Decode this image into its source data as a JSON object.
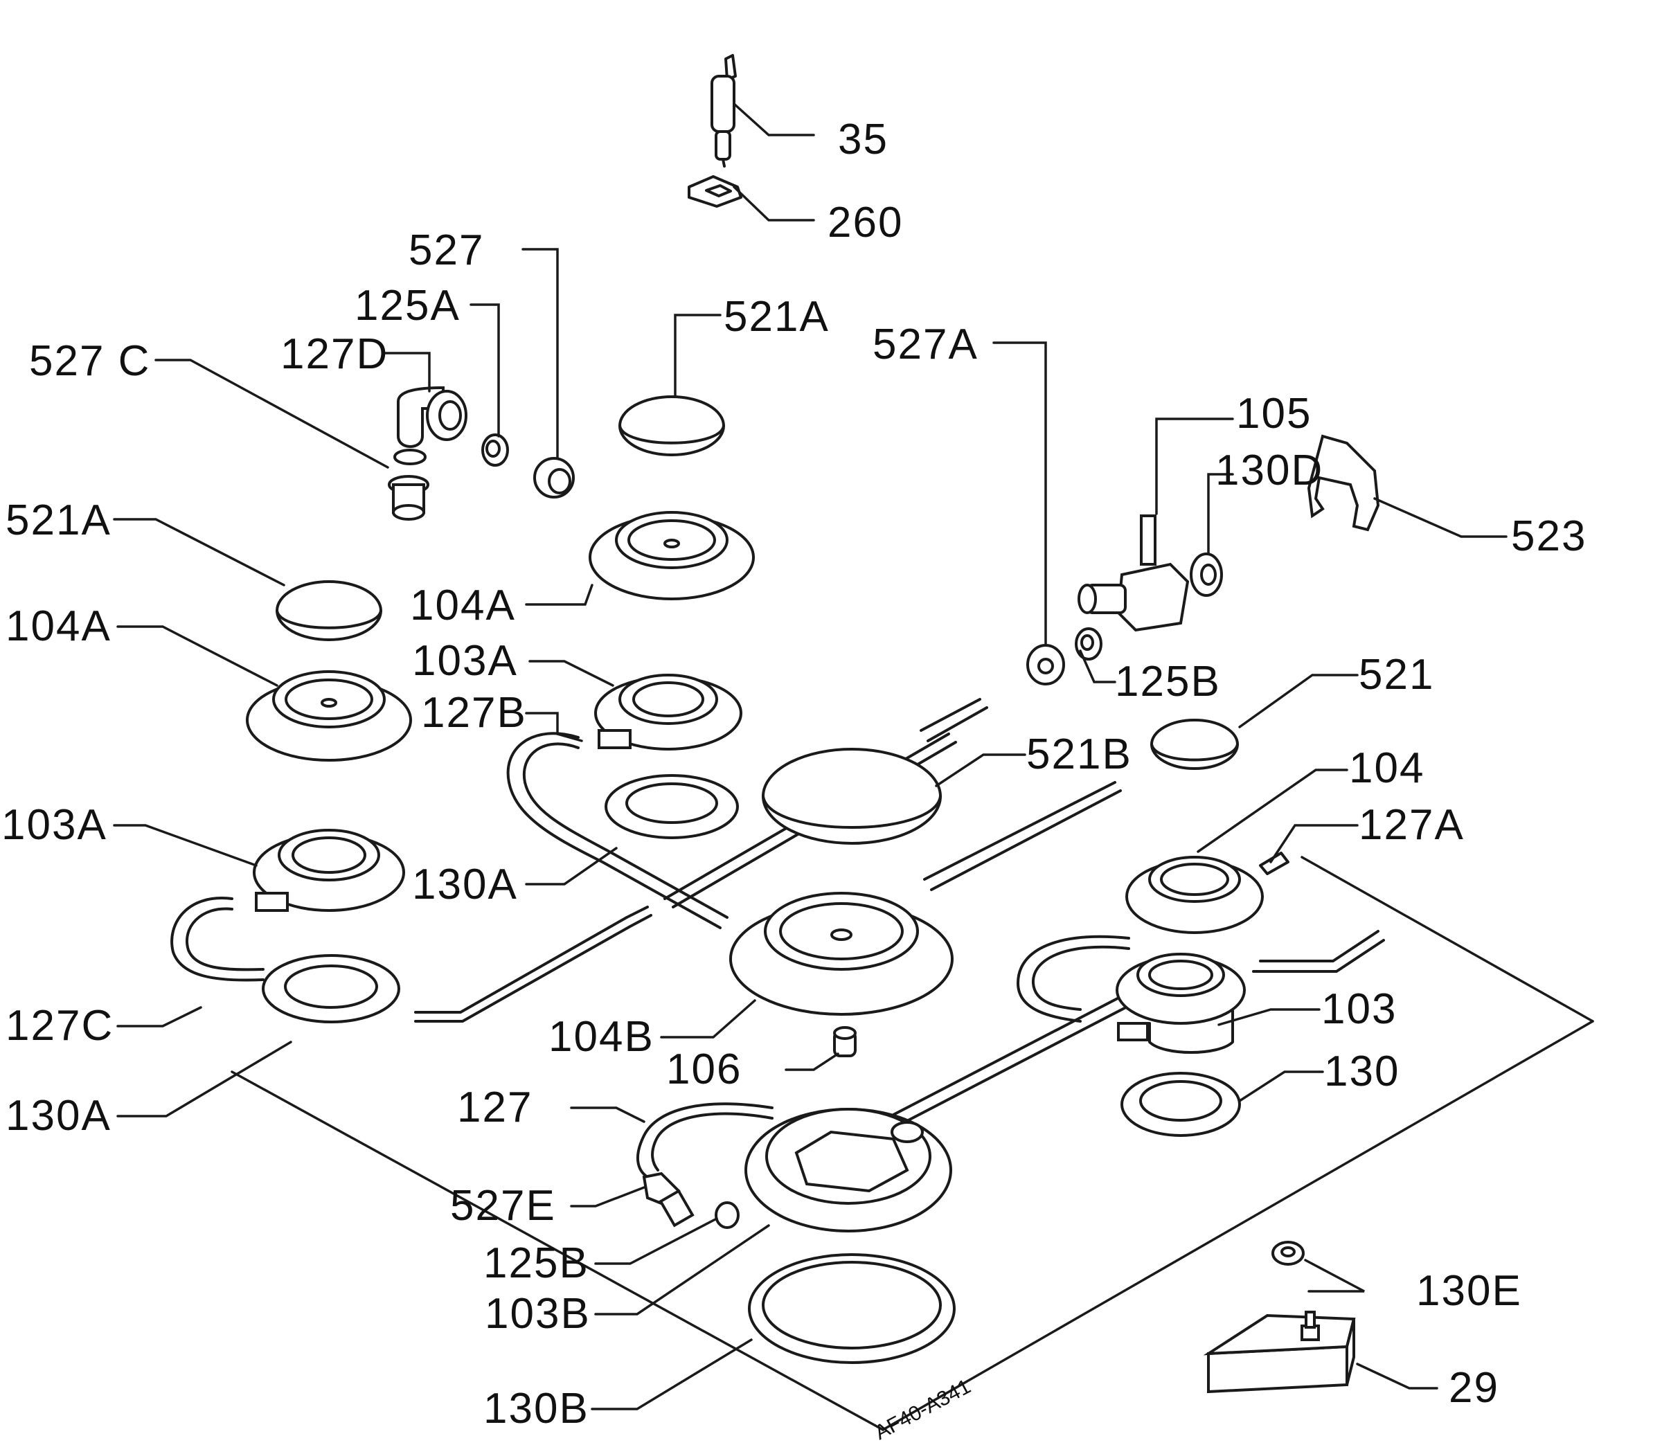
{
  "labels": {
    "p35": "35",
    "p260": "260",
    "p527": "527",
    "p125A": "125A",
    "p527C": "527 C",
    "p127D": "127D",
    "p521A_top": "521A",
    "p527A": "527A",
    "p105": "105",
    "p130D": "130D",
    "p523": "523",
    "p521A_left": "521A",
    "p104A_center": "104A",
    "p104A_left": "104A",
    "p103A_center": "103A",
    "p127B": "127B",
    "p125B_top": "125B",
    "p521": "521",
    "p521B": "521B",
    "p104": "104",
    "p127A": "127A",
    "p103A_left": "103A",
    "p130A_center": "130A",
    "p127C": "127C",
    "p104B": "104B",
    "p103": "103",
    "p106": "106",
    "p130": "130",
    "p130A_left": "130A",
    "p127": "127",
    "p527E": "527E",
    "p125B_bottom": "125B",
    "p103B": "103B",
    "p130E": "130E",
    "p29": "29",
    "p130B": "130B"
  },
  "drawing_reference": "AF40-A341"
}
